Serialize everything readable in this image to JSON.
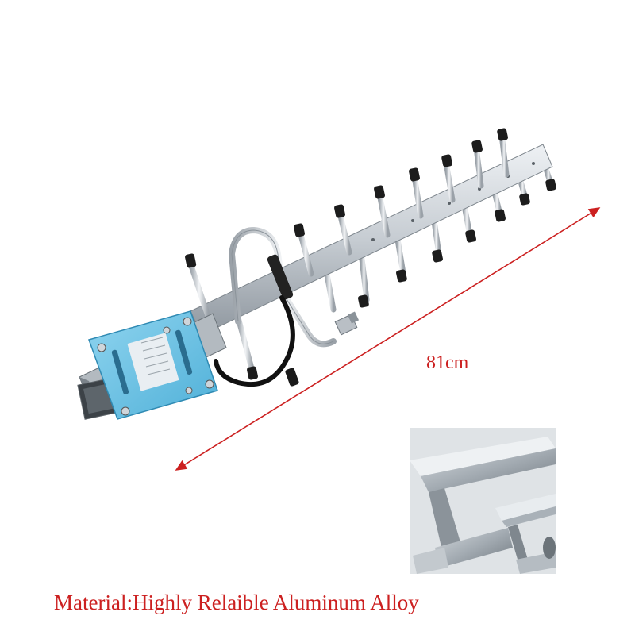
{
  "image": {
    "dimension_text": "81cm",
    "caption_text": "Material:Highly Relaible Aluminum Alloy",
    "colors": {
      "annotation_red": "#cc2020",
      "boom_aluminum": "#c9ced3",
      "mount_plate_blue": "#6cc3e6",
      "inset_steel": "#9ea6ad"
    },
    "objects": [
      "yagi-antenna",
      "blue-mounting-plate",
      "coax-cable",
      "measurement-arrow",
      "aluminum-i-beam-inset"
    ]
  }
}
